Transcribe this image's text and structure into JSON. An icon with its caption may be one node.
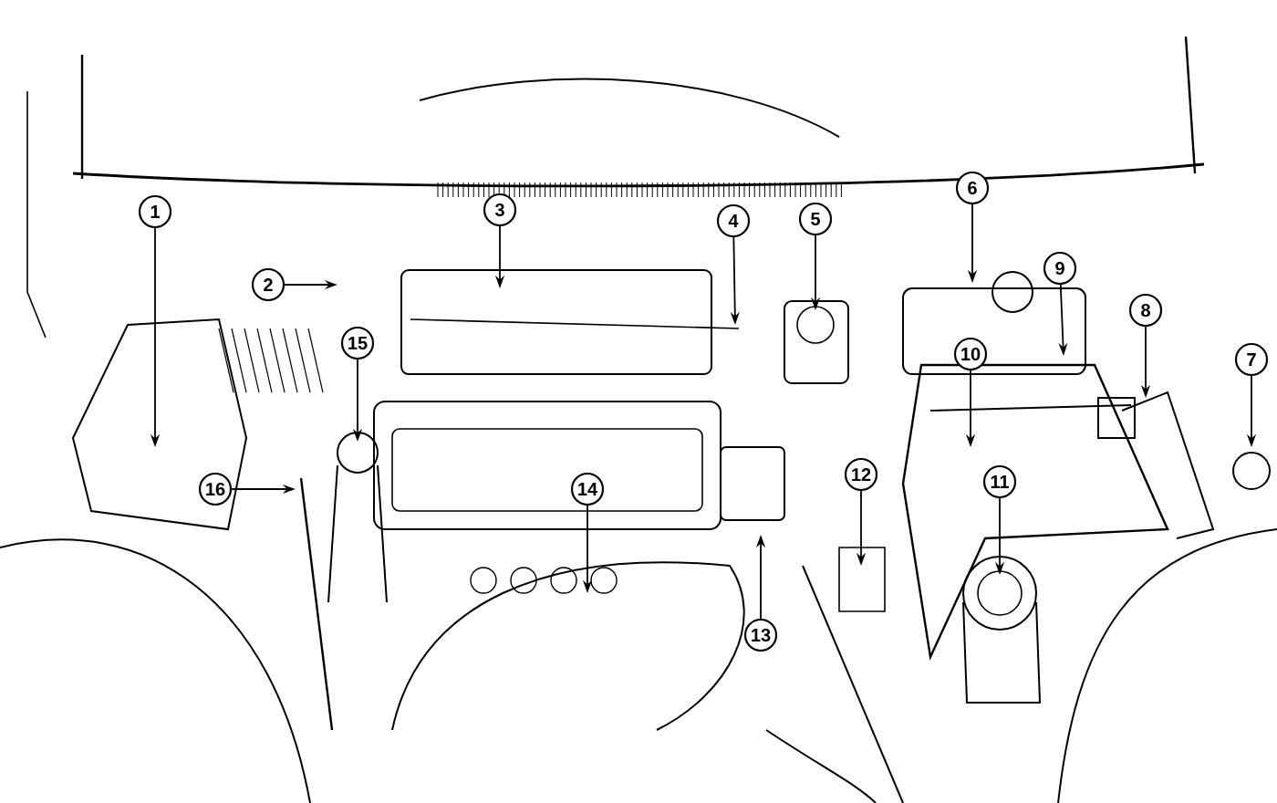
{
  "diagram": {
    "nodes": [
      {
        "text": [
          "1"
        ]
      },
      {
        "text": [
          "2"
        ]
      },
      {
        "text": [
          "3"
        ]
      },
      {
        "text": [
          "4"
        ]
      },
      {
        "text": [
          "5"
        ]
      },
      {
        "text": [
          "6"
        ]
      },
      {
        "text": [
          "7"
        ]
      },
      {
        "text": [
          "8"
        ]
      },
      {
        "text": [
          "9"
        ]
      },
      {
        "text": [
          "10"
        ]
      },
      {
        "text": [
          "11"
        ]
      },
      {
        "text": [
          "12"
        ]
      },
      {
        "text": [
          "13"
        ]
      },
      {
        "text": [
          "14"
        ]
      },
      {
        "text": [
          "15"
        ]
      },
      {
        "text": [
          "16"
        ]
      }
    ],
    "edges": [
      {
        "from": 0,
        "to": null,
        "arrow": "to"
      },
      {
        "from": 1,
        "to": null,
        "arrow": "to"
      },
      {
        "from": 2,
        "to": null,
        "arrow": "to"
      },
      {
        "from": 3,
        "to": null,
        "arrow": "to"
      },
      {
        "from": 4,
        "to": null,
        "arrow": "to"
      },
      {
        "from": 5,
        "to": null,
        "arrow": "to"
      },
      {
        "from": 6,
        "to": null,
        "arrow": "to"
      },
      {
        "from": 7,
        "to": null,
        "arrow": "to"
      },
      {
        "from": 8,
        "to": null,
        "arrow": "to"
      },
      {
        "from": 9,
        "to": null,
        "arrow": "to"
      },
      {
        "from": 10,
        "to": null,
        "arrow": "to"
      },
      {
        "from": 11,
        "to": null,
        "arrow": "to"
      },
      {
        "from": 12,
        "to": null,
        "arrow": "to"
      },
      {
        "from": 13,
        "to": null,
        "arrow": "to"
      },
      {
        "from": 14,
        "to": null,
        "arrow": "to"
      },
      {
        "from": 15,
        "to": null,
        "arrow": "to"
      }
    ]
  }
}
